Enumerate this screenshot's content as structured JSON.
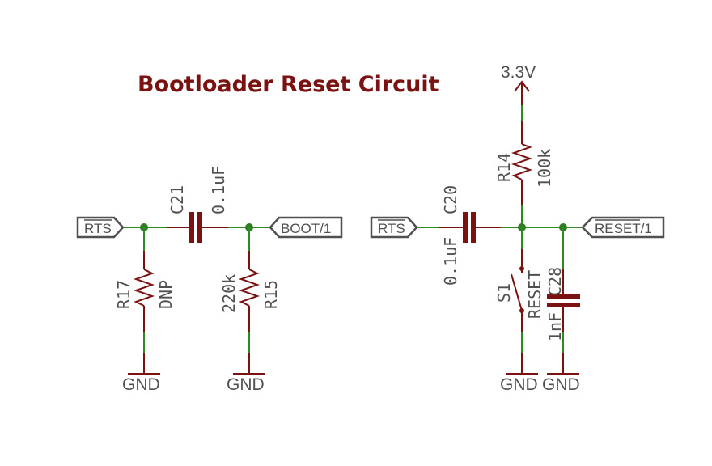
{
  "title": "Bootloader Reset Circuit",
  "colors": {
    "part": "#7a1212",
    "wire": "#2e8b22",
    "junction": "#2e7d22",
    "text": "#505050"
  },
  "left_circuit": {
    "input_port": {
      "label": "RTS",
      "overbar": true
    },
    "output_port": {
      "label": "BOOT/1"
    },
    "capacitor": {
      "ref": "C21",
      "value": "0.1uF"
    },
    "resistor_a": {
      "ref": "R17",
      "value": "DNP"
    },
    "resistor_b": {
      "ref": "R15",
      "value": "220k"
    },
    "ground_a": "GND",
    "ground_b": "GND"
  },
  "right_circuit": {
    "supply": "3.3V",
    "input_port": {
      "label": "RTS",
      "overbar": true
    },
    "output_port": {
      "label": "RESET/1",
      "overbar_part": "RESET"
    },
    "capacitor_series": {
      "ref": "C20",
      "value": "0.1uF"
    },
    "pullup": {
      "ref": "R14",
      "value": "100k"
    },
    "switch": {
      "ref": "S1",
      "value": "RESET"
    },
    "capacitor_shunt": {
      "ref": "C28",
      "value": "1nF"
    },
    "ground_a": "GND",
    "ground_b": "GND"
  }
}
